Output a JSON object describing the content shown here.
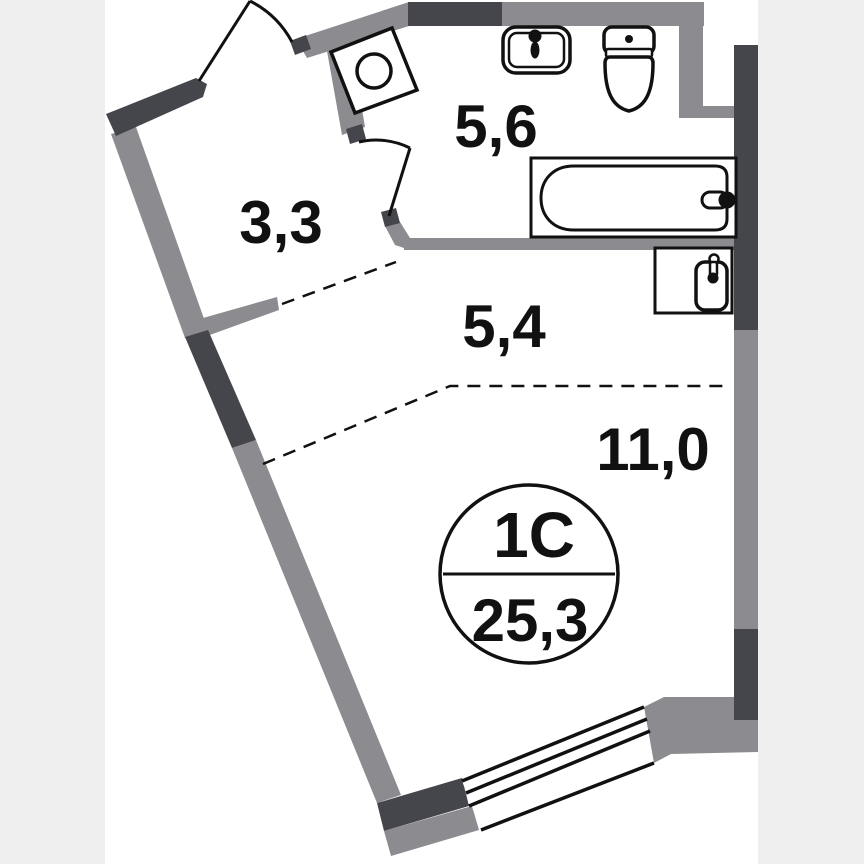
{
  "title": "Studio apartment floor plan",
  "seal": {
    "type_label": "1C",
    "total_area": "25,3"
  },
  "rooms": [
    {
      "id": "hallway",
      "area_label": "3,3"
    },
    {
      "id": "bathroom",
      "area_label": "5,6"
    },
    {
      "id": "kitchen_zone",
      "area_label": "5,4"
    },
    {
      "id": "living_zone",
      "area_label": "11,0"
    }
  ],
  "icons": [
    "washing-machine-icon",
    "bathroom-sink-icon",
    "toilet-icon",
    "bathtub-icon",
    "kitchen-sink-icon",
    "door-swing-icon",
    "window-icon"
  ],
  "colors": {
    "background": "#ffffff",
    "page_margin": "#efefef",
    "wall_gray": "#8b8b90",
    "wall_dark": "#45454c",
    "line_black": "#111111"
  }
}
